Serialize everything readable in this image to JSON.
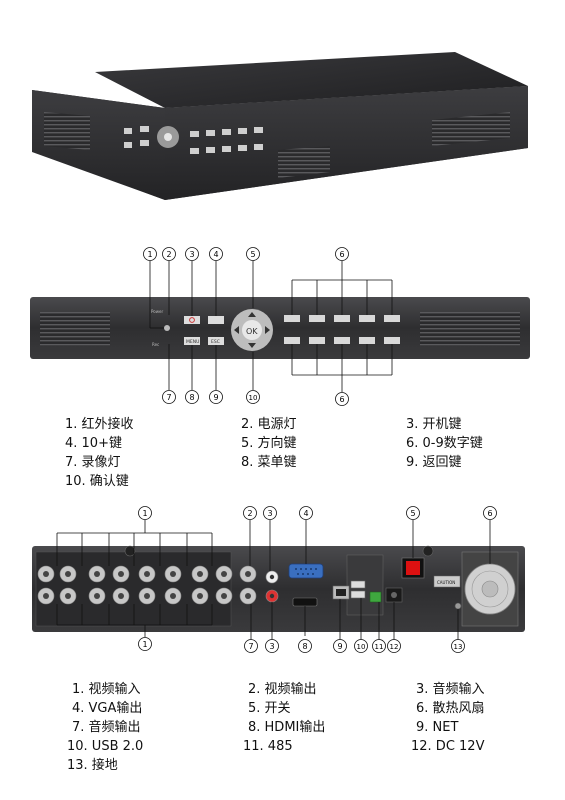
{
  "front_panel": {
    "callouts": [
      "1",
      "2",
      "3",
      "4",
      "5",
      "6",
      "7",
      "8",
      "9",
      "10"
    ],
    "small_labels": {
      "power": "Power",
      "rec": "Rec",
      "menu": "MENU",
      "esc": "ESC",
      "ok": "OK"
    },
    "legend": [
      "1. 红外接收",
      "2. 电源灯",
      "3. 开机键",
      "4. 10+键",
      "5. 方向键",
      "6. 0-9数字键",
      "7. 录像灯",
      "8. 菜单键",
      "9. 返回键",
      "10. 确认键"
    ]
  },
  "rear_panel": {
    "callouts": [
      "1",
      "2",
      "3",
      "4",
      "5",
      "6",
      "7",
      "8",
      "9",
      "10",
      "11",
      "12",
      "13"
    ],
    "small_labels": {
      "caution": "CAUTION"
    },
    "legend": [
      "1. 视频输入",
      "2. 视频输出",
      "3. 音频输入",
      "4. VGA输出",
      "5. 开关",
      "6. 散热风扇",
      "7. 音频输出",
      "8. HDMI输出",
      "9. NET",
      "10. USB 2.0",
      "11. 485",
      "12. DC 12V",
      "13. 接地"
    ]
  },
  "colors": {
    "chassis": "#2e2e30",
    "chassis_dark": "#1c1c1e",
    "button": "#d8d8d8",
    "bnc": "#c9c9c9"
  }
}
